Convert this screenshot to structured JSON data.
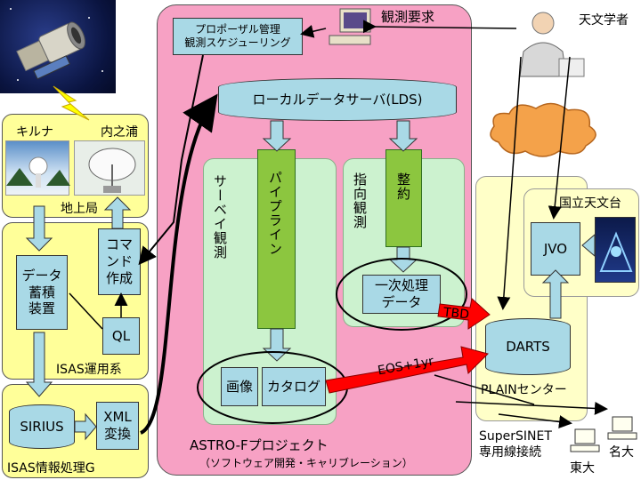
{
  "title_observation_request": "観測要求",
  "proposal_box": "プロポーザル管理\n観測スケジューリング",
  "astronomer_label": "天文学者",
  "lds_label": "ローカルデータサーバ(LDS)",
  "survey_label": "サーベイ観測",
  "pointing_label": "指向観測",
  "pipeline_label": "パイプライン",
  "seiyaku_label": "整約",
  "first_process_box": "一次処理\nデータ",
  "image_box": "画像",
  "catalog_box": "カタログ",
  "tbd_label": "TBD",
  "eos_label": "EOS+1yr",
  "darts_label": "DARTS",
  "jvo_label": "JVO",
  "naoj_label": "国立天文台",
  "plain_label": "PLAINセンター",
  "supersinet_label": "SuperSINET\n専用線接続",
  "todai_label": "東大",
  "meidai_label": "名大",
  "project_title": "ASTRO-Fプロジェクト",
  "project_sub": "（ソフトウェア開発・キャリブレーション）",
  "kiruna_label": "キルナ",
  "uchinoura_label": "内之浦",
  "ground_station_label": "地上局",
  "data_storage_box": "データ\n蓄積\n装置",
  "command_box": "コマ\nンド\n作成",
  "ql_box": "QL",
  "isas_ops_label": "ISAS運用系",
  "sirius_box": "SIRIUS",
  "xml_box": "XML\n変換",
  "isas_info_label": "ISAS情報処理G",
  "colors": {
    "pink": "#f7a1c4",
    "light_green": "#ccf2cf",
    "light_yellow": "#ffffc8",
    "yellow": "#ffff99",
    "box_blue": "#a9d9e6",
    "arrow_red": "#ff0000",
    "bar_green": "#8cc63f",
    "cloud_orange": "#f4a24a"
  }
}
